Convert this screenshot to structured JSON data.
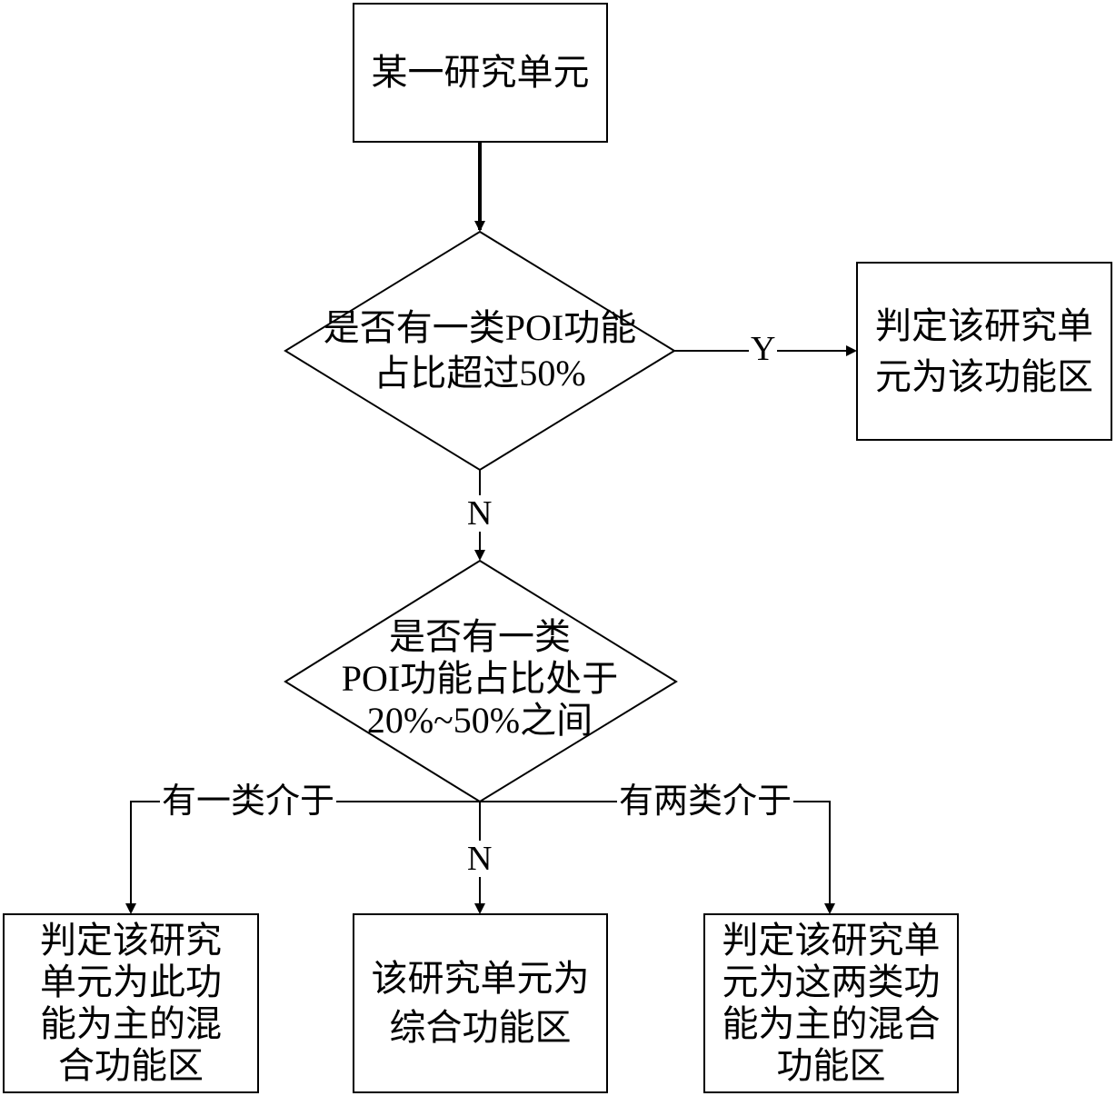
{
  "nodes": {
    "start": "某一研究单元",
    "decision1": "是否有一类POI功能\n占比超过50%",
    "result_y": "判定该研究单\n元为该功能区",
    "decision2": "是否有一类\nPOI功能占比处于\n20%~50%之间",
    "result_one": "判定该研究\n单元为此功\n能为主的混\n合功能区",
    "result_none": "该研究单元为\n综合功能区",
    "result_two": "判定该研究单\n元为这两类功\n能为主的混合\n功能区"
  },
  "edges": {
    "yes_label": "Y",
    "no_label_1": "N",
    "one_label": "有一类介于",
    "no_label_2": "N",
    "two_label": "有两类介于"
  }
}
